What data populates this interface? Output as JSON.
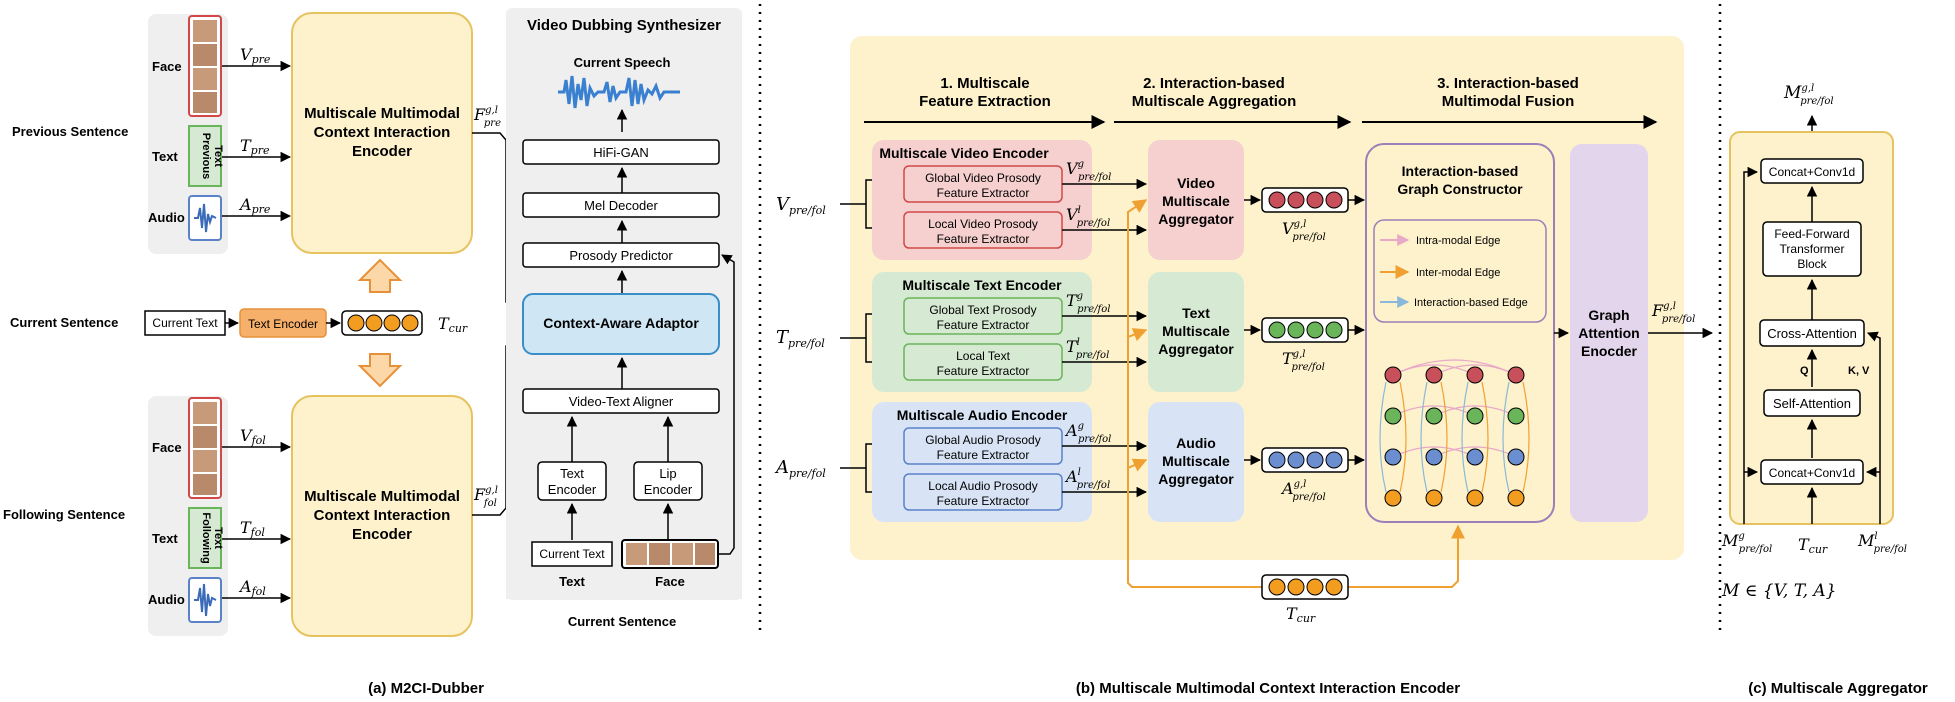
{
  "panel_a": {
    "caption": "(a) M2CI-Dubber",
    "previous_label": "Previous Sentence",
    "current_label": "Current Sentence",
    "following_label": "Following Sentence",
    "modality_face": "Face",
    "modality_text": "Text",
    "modality_audio": "Audio",
    "previous_text_line1": "Previous",
    "previous_text_line2": "Text",
    "following_text_line1": "Following",
    "following_text_line2": "Text",
    "v_pre": "V",
    "v_pre_sub": "pre",
    "t_pre": "T",
    "t_pre_sub": "pre",
    "a_pre": "A",
    "a_pre_sub": "pre",
    "v_fol": "V",
    "v_fol_sub": "fol",
    "t_fol": "T",
    "t_fol_sub": "fol",
    "a_fol": "A",
    "a_fol_sub": "fol",
    "encoder_line1": "Multiscale Multimodal",
    "encoder_line2": "Context Interaction",
    "encoder_line3": "Encoder",
    "f_pre": "F",
    "f_pre_sup": "g,l",
    "f_pre_sub": "pre",
    "f_fol": "F",
    "f_fol_sup": "g,l",
    "f_fol_sub": "fol",
    "current_text_box": "Current Text",
    "text_encoder_box": "Text Encoder",
    "t_cur": "T",
    "t_cur_sub": "cur"
  },
  "synthesizer": {
    "title": "Video Dubbing Synthesizer",
    "current_speech": "Current Speech",
    "hifigan": "HiFi-GAN",
    "mel_decoder": "Mel Decoder",
    "prosody_predictor": "Prosody Predictor",
    "adaptor": "Context-Aware Adaptor",
    "aligner": "Video-Text Aligner",
    "text_encoder_line1": "Text",
    "text_encoder_line2": "Encoder",
    "lip_encoder_line1": "Lip",
    "lip_encoder_line2": "Encoder",
    "current_text": "Current Text",
    "text_label": "Text",
    "face_label": "Face",
    "current_sentence": "Current Sentence"
  },
  "panel_b": {
    "caption": "(b) Multiscale Multimodal Context Interaction Encoder",
    "stage1_line1": "1. Multiscale",
    "stage1_line2": "Feature Extraction",
    "stage2_line1": "2. Interaction-based",
    "stage2_line2": "Multiscale Aggregation",
    "stage3_line1": "3. Interaction-based",
    "stage3_line2": "Multimodal Fusion",
    "input_v": "V",
    "input_t": "T",
    "input_a": "A",
    "input_sub": "pre/fol",
    "video_encoder": "Multiscale Video Encoder",
    "global_video_1": "Global Video Prosody",
    "global_video_2": "Feature Extractor",
    "local_video_1": "Local Video Prosody",
    "local_video_2": "Feature Extractor",
    "text_encoder": "Multiscale Text Encoder",
    "global_text_1": "Global Text Prosody",
    "global_text_2": "Feature Extractor",
    "local_text_1": "Local Text",
    "local_text_2": "Feature Extractor",
    "audio_encoder": "Multiscale Audio Encoder",
    "global_audio_1": "Global Audio Prosody",
    "global_audio_2": "Feature Extractor",
    "local_audio_1": "Local Audio Prosody",
    "local_audio_2": "Feature Extractor",
    "sup_g": "g",
    "sup_l": "l",
    "sup_gl": "g,l",
    "video_agg_1": "Video",
    "video_agg_2": "Multiscale",
    "video_agg_3": "Aggregator",
    "text_agg_1": "Text",
    "text_agg_2": "Multiscale",
    "text_agg_3": "Aggregator",
    "audio_agg_1": "Audio",
    "audio_agg_2": "Multiscale",
    "audio_agg_3": "Aggregator",
    "graph_constructor_1": "Interaction-based",
    "graph_constructor_2": "Graph Constructor",
    "legend_intra": "Intra-modal Edge",
    "legend_inter": "Inter-modal Edge",
    "legend_interaction": "Interaction-based Edge",
    "gat_1": "Graph",
    "gat_2": "Attention",
    "gat_3": "Enocder",
    "output_f": "F",
    "t_cur": "T",
    "t_cur_sub": "cur"
  },
  "panel_c": {
    "caption": "(c) Multiscale Aggregator",
    "out_m": "M",
    "out_sup": "g,l",
    "out_sub": "pre/fol",
    "concat_top": "Concat+Conv1d",
    "ffn_1": "Feed-Forward",
    "ffn_2": "Transformer",
    "ffn_3": "Block",
    "cross_attention": "Cross-Attention",
    "q_label": "Q",
    "kv_label": "K, V",
    "self_attention": "Self-Attention",
    "concat_bottom": "Concat+Conv1d",
    "in_m": "M",
    "in_g_sup": "g",
    "in_l_sup": "l",
    "in_sub": "pre/fol",
    "t_cur": "T",
    "t_cur_sub": "cur",
    "set_def": "M ∈ {V, T, A}"
  },
  "colors": {
    "video": "#f6cfcf",
    "text": "#d6ead3",
    "audio": "#d8e4f6",
    "encoder_bg": "#fdf2cc",
    "gat": "#e2d5ec",
    "adaptor": "#cfe6f5",
    "accent_orange": "#f0a030",
    "node_red": "#c8505a",
    "node_green": "#6ab45a",
    "node_blue": "#6a8ecf",
    "node_orange": "#f29c20"
  }
}
